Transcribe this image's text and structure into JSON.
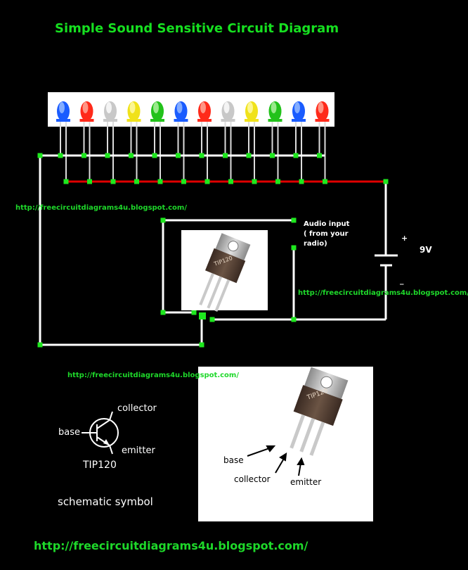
{
  "title": "Simple Sound Sensitive Circuit Diagram",
  "urls": {
    "url_1": "http://freecircuitdiagrams4u.blogspot.com/",
    "url_2": "http://freecircuitdiagrams4u.blogspot.com/",
    "url_3": "http://freecircuitdiagrams4u.blogspot.com/",
    "footer": "http://freecircuitdiagrams4u.blogspot.com/"
  },
  "audio_input": {
    "line1": "Audio input",
    "line2": "( from your",
    "line3": "radio)"
  },
  "battery": {
    "voltage": "9V",
    "plus": "+",
    "minus": "_"
  },
  "transistor_marking": "TIP120",
  "symbol": {
    "collector": "collector",
    "base": "base",
    "emitter": "emitter",
    "model": "TIP120",
    "caption": "schematic symbol"
  },
  "pinout": {
    "base": "base",
    "collector": "collector",
    "emitter": "emitter"
  },
  "colors": {
    "wire": "#ffffff",
    "supply_wire": "#e00000",
    "node": "#1ee81e",
    "url_green": "#1ed82a"
  },
  "leds": [
    {
      "color": "blue"
    },
    {
      "color": "red"
    },
    {
      "color": "white"
    },
    {
      "color": "yellow"
    },
    {
      "color": "green"
    },
    {
      "color": "blue"
    },
    {
      "color": "red"
    },
    {
      "color": "white"
    },
    {
      "color": "yellow"
    },
    {
      "color": "green"
    },
    {
      "color": "blue"
    },
    {
      "color": "red"
    }
  ]
}
